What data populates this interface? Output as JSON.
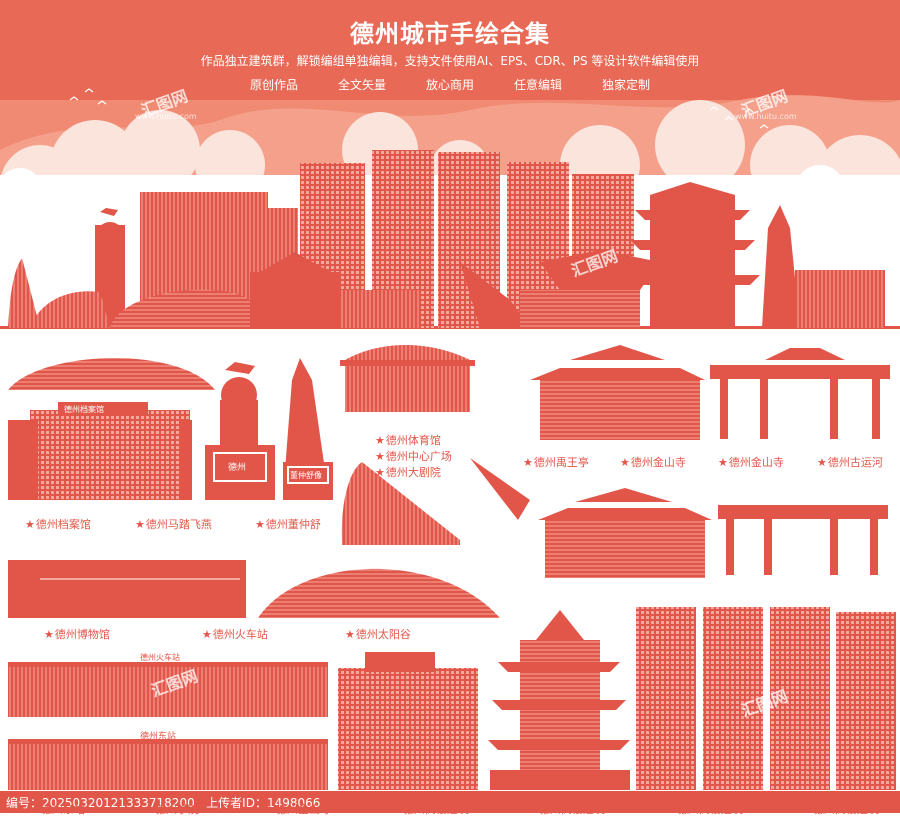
{
  "header": {
    "title": "德州城市手绘合集",
    "subtitle": "作品独立建筑群，解锁编组单独编辑，支持文件使用AI、EPS、CDR、PS 等设计软件编辑使用",
    "tags": [
      "原创作品",
      "全文矢量",
      "放心商用",
      "任意编辑",
      "独家定制"
    ]
  },
  "signs": {
    "archive": "德州档案馆",
    "statue": "德州",
    "dong": "董仲舒像",
    "train": "德州火车站",
    "east": "德州东站"
  },
  "labels": {
    "tiyuguan": "德州体育馆",
    "zhongxin": "德州中心广场",
    "juyuan": "德州大剧院",
    "yuwangting": "德州禹王亭",
    "jinshansi1": "德州金山寺",
    "jinshansi2": "德州金山寺",
    "yunhe": "德州古运河",
    "danganguan": "德州档案馆",
    "matafeiyan": "德州马踏飞燕",
    "dongzhongshu": "德州董仲舒",
    "bowuguan": "德州博物馆",
    "huochezhan": "德州火车站",
    "taiyanggu": "德州太阳谷",
    "gaolou1": "德州高楼建筑",
    "gaolou2": "德州高楼建筑",
    "gaolou3": "德州高楼建筑",
    "gaolou4": "德州高楼建筑",
    "dongzhan_cut": "德州东站",
    "xueyuan_cut": "德州学院",
    "jinshan_cut": "德州金山寺"
  },
  "watermark": {
    "text": "汇图网",
    "sub": "www.huitu.com"
  },
  "footer": {
    "id_label": "编号：",
    "id_value": "20250320121333718200",
    "uploader_label": "上传者ID：",
    "uploader_value": "1498066"
  },
  "colors": {
    "main": "#e2564a",
    "sky": "#f08a72",
    "cloud": "#fbe4dc"
  }
}
